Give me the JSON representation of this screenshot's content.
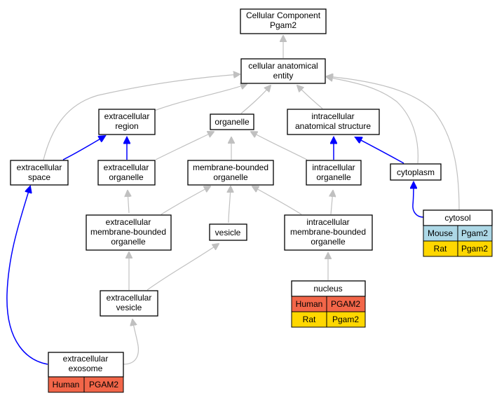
{
  "colors": {
    "human": "#f26649",
    "mouse": "#add8e6",
    "rat": "#ffd700",
    "is_a_edge": "#c0c0c0",
    "part_of_edge": "#0000ff"
  },
  "nodes": {
    "root": {
      "lines": [
        "Cellular Component",
        "Pgam2"
      ]
    },
    "cae": {
      "lines": [
        "cellular anatomical",
        "entity"
      ]
    },
    "ecregion": {
      "lines": [
        "extracellular",
        "region"
      ]
    },
    "organelle": {
      "lines": [
        "organelle"
      ]
    },
    "ias": {
      "lines": [
        "intracellular",
        "anatomical structure"
      ]
    },
    "ecspace": {
      "lines": [
        "extracellular",
        "space"
      ]
    },
    "ecorg": {
      "lines": [
        "extracellular",
        "organelle"
      ]
    },
    "mbo": {
      "lines": [
        "membrane-bounded",
        "organelle"
      ]
    },
    "icorg": {
      "lines": [
        "intracellular",
        "organelle"
      ]
    },
    "cytoplasm": {
      "lines": [
        "cytoplasm"
      ]
    },
    "ecmbo": {
      "lines": [
        "extracellular",
        "membrane-bounded",
        "organelle"
      ]
    },
    "vesicle": {
      "lines": [
        "vesicle"
      ]
    },
    "icmbo": {
      "lines": [
        "intracellular",
        "membrane-bounded",
        "organelle"
      ]
    },
    "cytosol": {
      "title": "cytosol",
      "rows": [
        [
          "Mouse",
          "Pgam2"
        ],
        [
          "Rat",
          "Pgam2"
        ]
      ]
    },
    "nucleus": {
      "title": "nucleus",
      "rows": [
        [
          "Human",
          "PGAM2"
        ],
        [
          "Rat",
          "Pgam2"
        ]
      ]
    },
    "ecvesicle": {
      "lines": [
        "extracellular",
        "vesicle"
      ]
    },
    "exosome": {
      "title_lines": [
        "extracellular",
        "exosome"
      ],
      "rows": [
        [
          "Human",
          "PGAM2"
        ]
      ]
    }
  }
}
